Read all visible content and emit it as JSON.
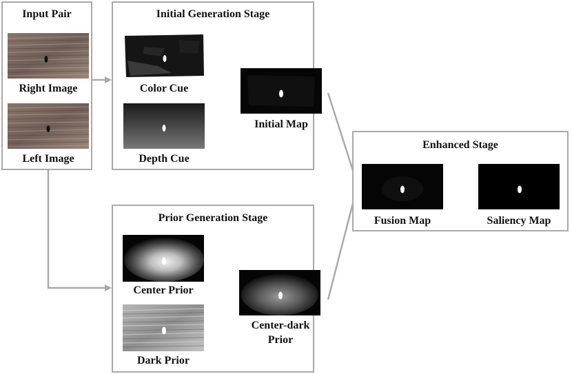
{
  "input_pair": {
    "title": "Input Pair",
    "right_label": "Right Image",
    "left_label": "Left Image"
  },
  "initial_stage": {
    "title": "Initial Generation Stage",
    "color_cue_label": "Color Cue",
    "depth_cue_label": "Depth Cue",
    "initial_map_label": "Initial Map"
  },
  "prior_stage": {
    "title": "Prior Generation Stage",
    "center_prior_label": "Center Prior",
    "dark_prior_label": "Dark Prior",
    "center_dark_prior_label_line1": "Center-dark",
    "center_dark_prior_label_line2": "Prior"
  },
  "enhanced_stage": {
    "title": "Enhanced Stage",
    "fusion_map_label": "Fusion Map",
    "saliency_map_label": "Saliency Map"
  },
  "colors": {
    "box_border": "#a9a9a9",
    "arrow": "#a9a9a9"
  }
}
